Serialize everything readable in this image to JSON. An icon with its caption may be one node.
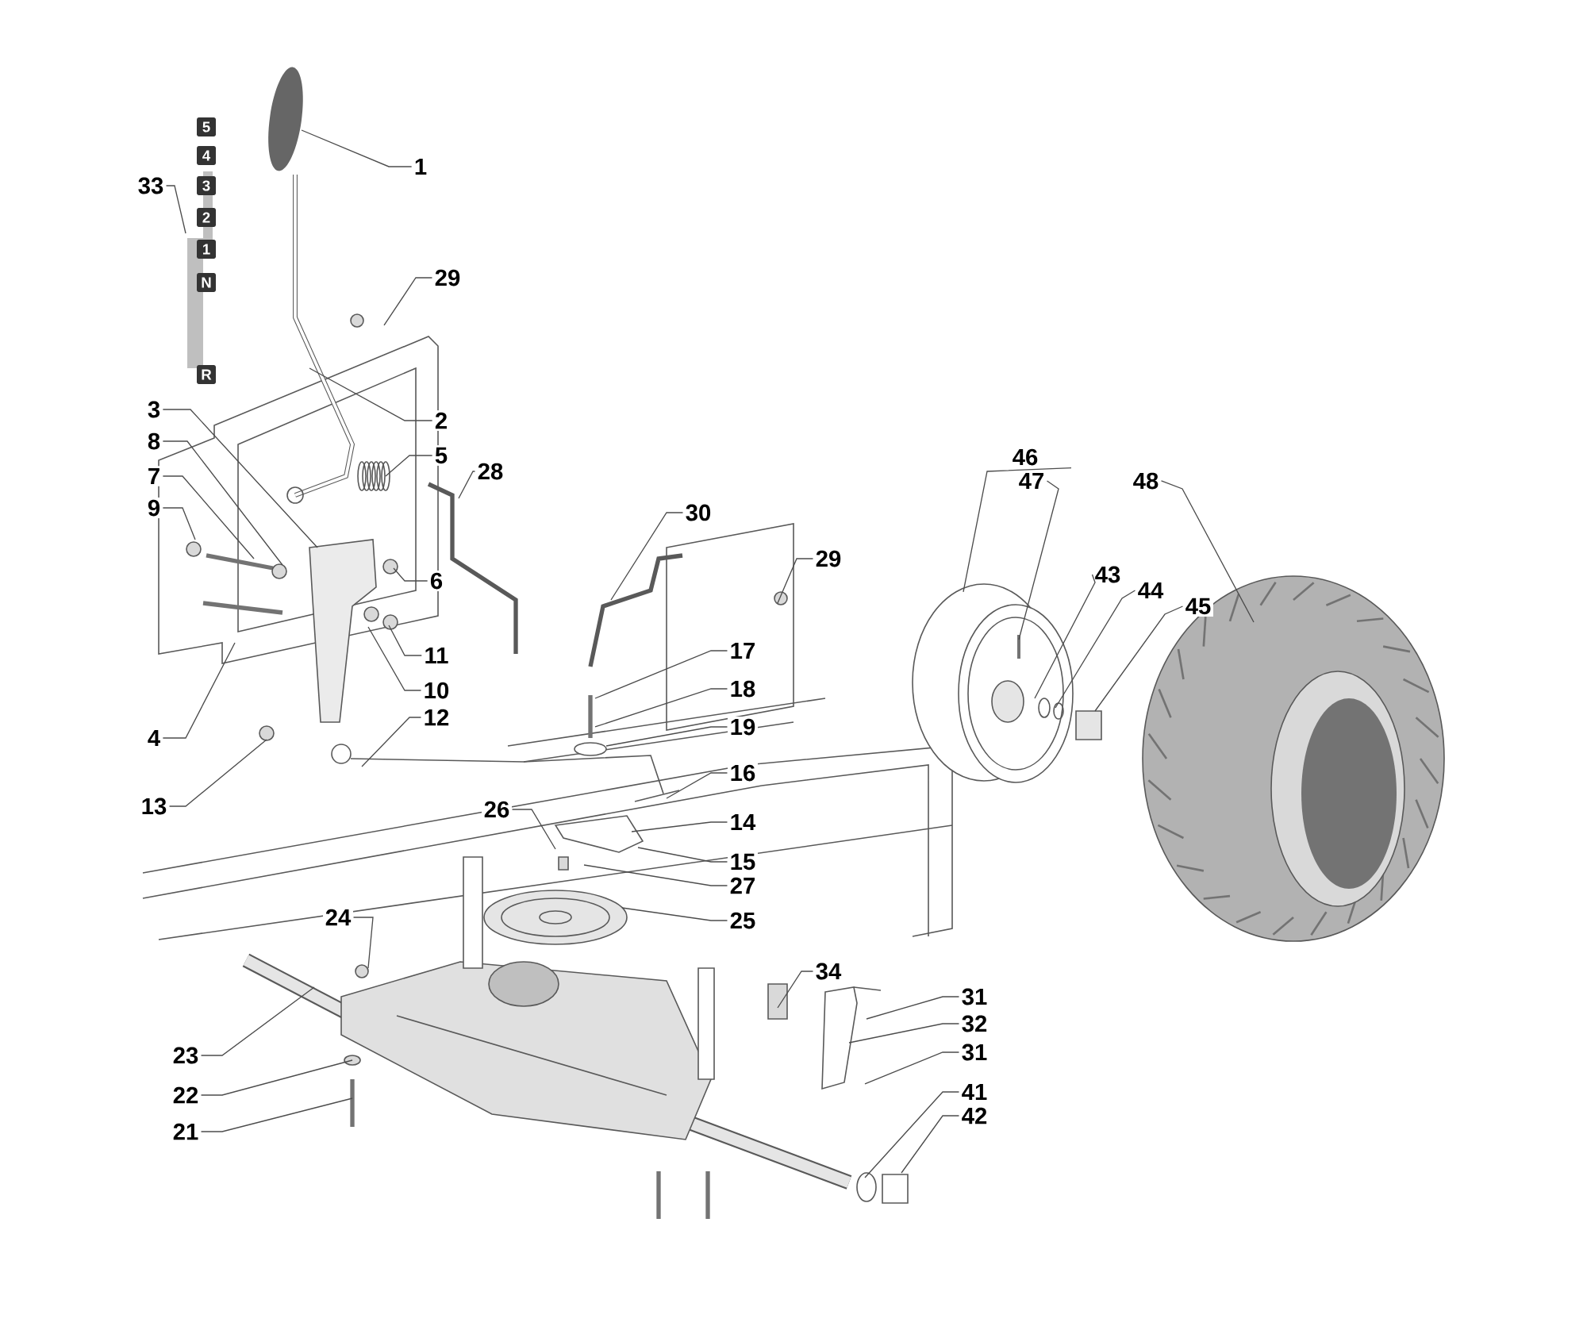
{
  "diagram": {
    "nodes": [
      {
        "text": [
          "1"
        ]
      },
      {
        "text": [
          "33"
        ]
      },
      {
        "text": [
          "29"
        ]
      },
      {
        "text": [
          "2"
        ]
      },
      {
        "text": [
          "3"
        ]
      },
      {
        "text": [
          "8"
        ]
      },
      {
        "text": [
          "5"
        ]
      },
      {
        "text": [
          "28"
        ]
      },
      {
        "text": [
          "7"
        ]
      },
      {
        "text": [
          "9"
        ]
      },
      {
        "text": [
          "30"
        ]
      },
      {
        "text": [
          "46"
        ]
      },
      {
        "text": [
          "47"
        ]
      },
      {
        "text": [
          "48"
        ]
      },
      {
        "text": [
          "29"
        ]
      },
      {
        "text": [
          "43"
        ]
      },
      {
        "text": [
          "6"
        ]
      },
      {
        "text": [
          "44"
        ]
      },
      {
        "text": [
          "45"
        ]
      },
      {
        "text": [
          "11"
        ]
      },
      {
        "text": [
          "10"
        ]
      },
      {
        "text": [
          "4"
        ]
      },
      {
        "text": [
          "12"
        ]
      },
      {
        "text": [
          "17"
        ]
      },
      {
        "text": [
          "18"
        ]
      },
      {
        "text": [
          "19"
        ]
      },
      {
        "text": [
          "13"
        ]
      },
      {
        "text": [
          "16"
        ]
      },
      {
        "text": [
          "14"
        ]
      },
      {
        "text": [
          "26"
        ]
      },
      {
        "text": [
          "15"
        ]
      },
      {
        "text": [
          "27"
        ]
      },
      {
        "text": [
          "25"
        ]
      },
      {
        "text": [
          "24"
        ]
      },
      {
        "text": [
          "34"
        ]
      },
      {
        "text": [
          "31"
        ]
      },
      {
        "text": [
          "32"
        ]
      },
      {
        "text": [
          "31"
        ]
      },
      {
        "text": [
          "23"
        ]
      },
      {
        "text": [
          "22"
        ]
      },
      {
        "text": [
          "41"
        ]
      },
      {
        "text": [
          "21"
        ]
      },
      {
        "text": [
          "42"
        ]
      }
    ],
    "edges": [
      {
        "from": 0,
        "to": null,
        "arrow": "none"
      },
      {
        "from": 1,
        "to": null,
        "arrow": "none"
      },
      {
        "from": 2,
        "to": null,
        "arrow": "none"
      },
      {
        "from": 3,
        "to": null,
        "arrow": "none"
      },
      {
        "from": 4,
        "to": null,
        "arrow": "none"
      },
      {
        "from": 5,
        "to": null,
        "arrow": "none"
      },
      {
        "from": 6,
        "to": null,
        "arrow": "none"
      },
      {
        "from": 7,
        "to": null,
        "arrow": "none"
      },
      {
        "from": 8,
        "to": null,
        "arrow": "none"
      },
      {
        "from": 9,
        "to": null,
        "arrow": "none"
      },
      {
        "from": 10,
        "to": null,
        "arrow": "none"
      },
      {
        "from": 11,
        "to": null,
        "arrow": "none"
      },
      {
        "from": 12,
        "to": null,
        "arrow": "none"
      },
      {
        "from": 13,
        "to": null,
        "arrow": "none"
      },
      {
        "from": 14,
        "to": null,
        "arrow": "none"
      },
      {
        "from": 15,
        "to": null,
        "arrow": "none"
      },
      {
        "from": 16,
        "to": null,
        "arrow": "none"
      },
      {
        "from": 17,
        "to": null,
        "arrow": "none"
      },
      {
        "from": 18,
        "to": null,
        "arrow": "none"
      },
      {
        "from": 19,
        "to": null,
        "arrow": "none"
      },
      {
        "from": 20,
        "to": null,
        "arrow": "none"
      },
      {
        "from": 21,
        "to": null,
        "arrow": "none"
      },
      {
        "from": 22,
        "to": null,
        "arrow": "none"
      },
      {
        "from": 23,
        "to": null,
        "arrow": "none"
      },
      {
        "from": 24,
        "to": null,
        "arrow": "none"
      },
      {
        "from": 25,
        "to": null,
        "arrow": "none"
      },
      {
        "from": 26,
        "to": null,
        "arrow": "none"
      },
      {
        "from": 27,
        "to": null,
        "arrow": "none"
      },
      {
        "from": 28,
        "to": null,
        "arrow": "none"
      },
      {
        "from": 29,
        "to": null,
        "arrow": "none"
      },
      {
        "from": 30,
        "to": null,
        "arrow": "none"
      },
      {
        "from": 31,
        "to": null,
        "arrow": "none"
      },
      {
        "from": 32,
        "to": null,
        "arrow": "none"
      },
      {
        "from": 33,
        "to": null,
        "arrow": "none"
      },
      {
        "from": 34,
        "to": null,
        "arrow": "none"
      },
      {
        "from": 35,
        "to": null,
        "arrow": "none"
      },
      {
        "from": 36,
        "to": null,
        "arrow": "none"
      },
      {
        "from": 37,
        "to": null,
        "arrow": "none"
      },
      {
        "from": 38,
        "to": null,
        "arrow": "none"
      },
      {
        "from": 39,
        "to": null,
        "arrow": "none"
      },
      {
        "from": 40,
        "to": null,
        "arrow": "none"
      },
      {
        "from": 41,
        "to": null,
        "arrow": "none"
      },
      {
        "from": 42,
        "to": null,
        "arrow": "none"
      }
    ],
    "labels": [
      "5",
      "4",
      "3",
      "2",
      "1",
      "N",
      "R"
    ]
  }
}
